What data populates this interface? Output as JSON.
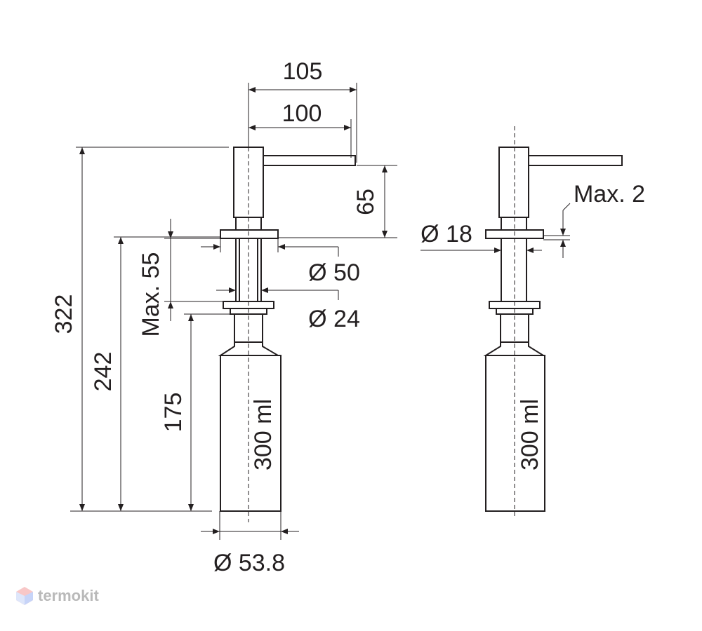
{
  "dimensions": {
    "d105": "105",
    "d100": "100",
    "d65": "65",
    "d322": "322",
    "d242": "242",
    "d175": "175",
    "max55": "Max. 55",
    "dia50": "Ø 50",
    "dia24": "Ø 24",
    "dia538": "Ø 53.8",
    "dia18": "Ø 18",
    "max2": "Max. 2"
  },
  "bottle_label_left": "300 ml",
  "bottle_label_right": "300 ml",
  "watermark": {
    "text": "termokit"
  }
}
